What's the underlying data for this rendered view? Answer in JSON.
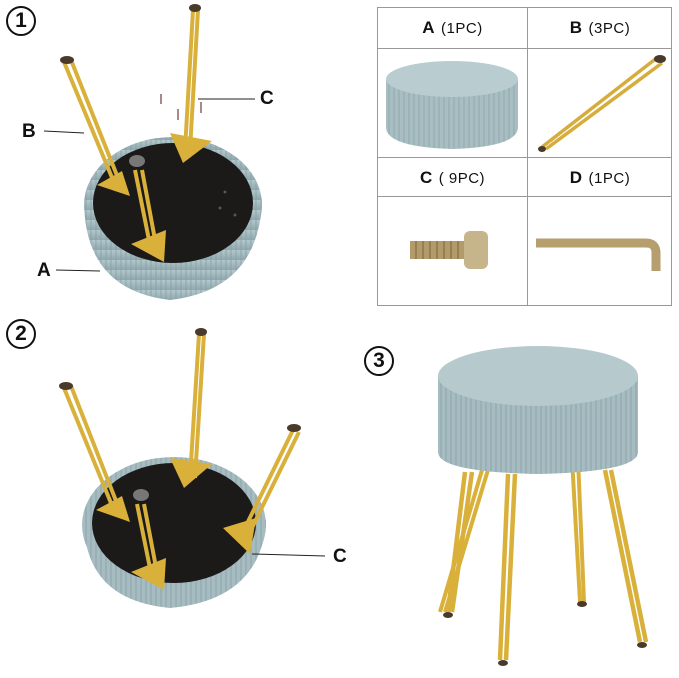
{
  "steps": [
    "1",
    "2",
    "3"
  ],
  "callouts": {
    "step1_b": "B",
    "step1_c": "C",
    "step1_a": "A",
    "step2_c": "C"
  },
  "parts_table": [
    {
      "letter": "A",
      "qty": "(1PC)"
    },
    {
      "letter": "B",
      "qty": "(3PC)"
    },
    {
      "letter": "C",
      "qty": "( 9PC)"
    },
    {
      "letter": "D",
      "qty": "(1PC)"
    }
  ],
  "colors": {
    "velvet": "#a6bcc1",
    "velvet_dark": "#7f989e",
    "gold": "#d9b13a",
    "base": "#1b1a18"
  }
}
